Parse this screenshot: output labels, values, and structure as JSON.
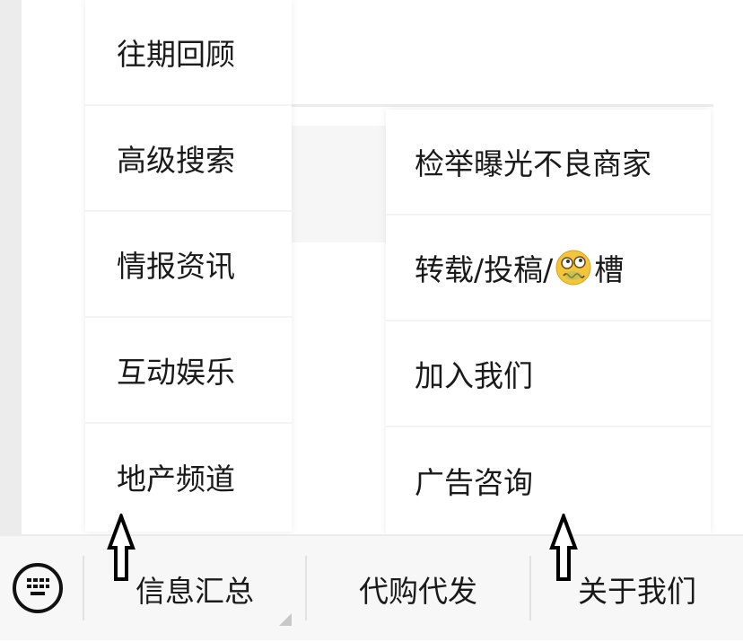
{
  "left_menu": {
    "items": [
      "往期回顾",
      "高级搜索",
      "情报资讯",
      "互动娱乐",
      "地产频道"
    ]
  },
  "right_menu": {
    "items": [
      "检举曝光不良商家",
      {
        "before": "转载/投稿/",
        "emoji": "dizzy-face-emoji",
        "after": "槽"
      },
      "加入我们",
      "广告咨询"
    ]
  },
  "bottom_bar": {
    "tabs": [
      "信息汇总",
      "代购代发",
      "关于我们"
    ],
    "keyboard_icon": "keyboard-icon"
  },
  "annotations": {
    "arrow_icon": "up-arrow-icon"
  }
}
